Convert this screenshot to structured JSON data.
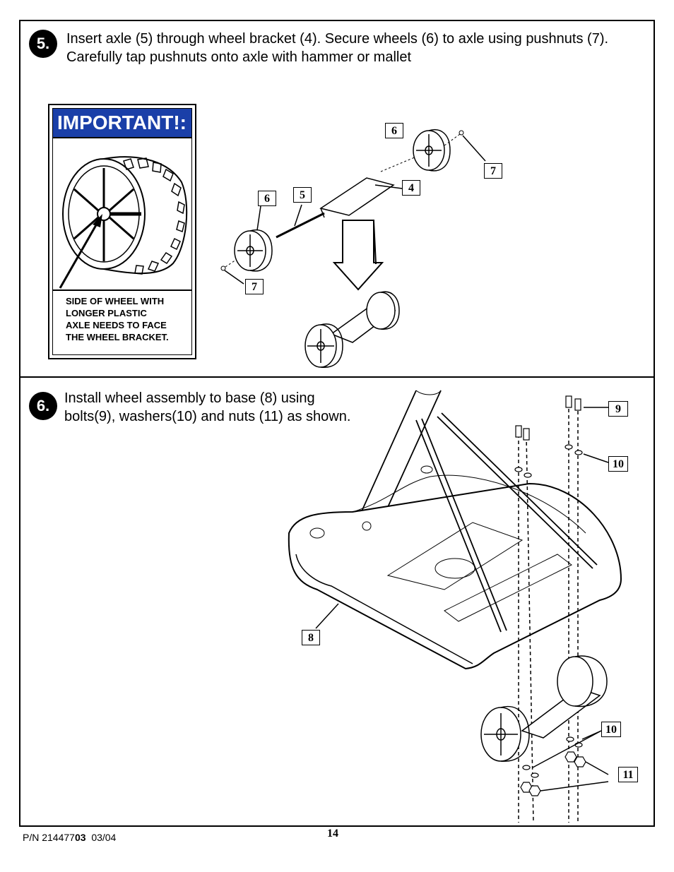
{
  "step5": {
    "number": "5.",
    "text": "Insert axle (5) through wheel bracket (4). Secure wheels (6) to axle using pushnuts (7). Carefully tap pushnuts onto axle with hammer or mallet",
    "important": {
      "title": "IMPORTANT!:",
      "note_lines": [
        "SIDE OF WHEEL WITH",
        "LONGER PLASTIC",
        "AXLE NEEDS TO FACE",
        "THE WHEEL BRACKET."
      ]
    },
    "callouts": [
      "6",
      "7",
      "4",
      "6",
      "5",
      "7"
    ]
  },
  "step6": {
    "number": "6.",
    "text": "Install wheel assembly to base (8) using bolts(9), washers(10) and nuts (11) as shown.",
    "callouts": [
      "9",
      "10",
      "8",
      "10",
      "11"
    ]
  },
  "footer": {
    "part_number_prefix": "P/N 214477",
    "part_number_bold": "03",
    "date": "03/04",
    "page_number": "14"
  },
  "colors": {
    "important_header": "#1a3fa8"
  }
}
